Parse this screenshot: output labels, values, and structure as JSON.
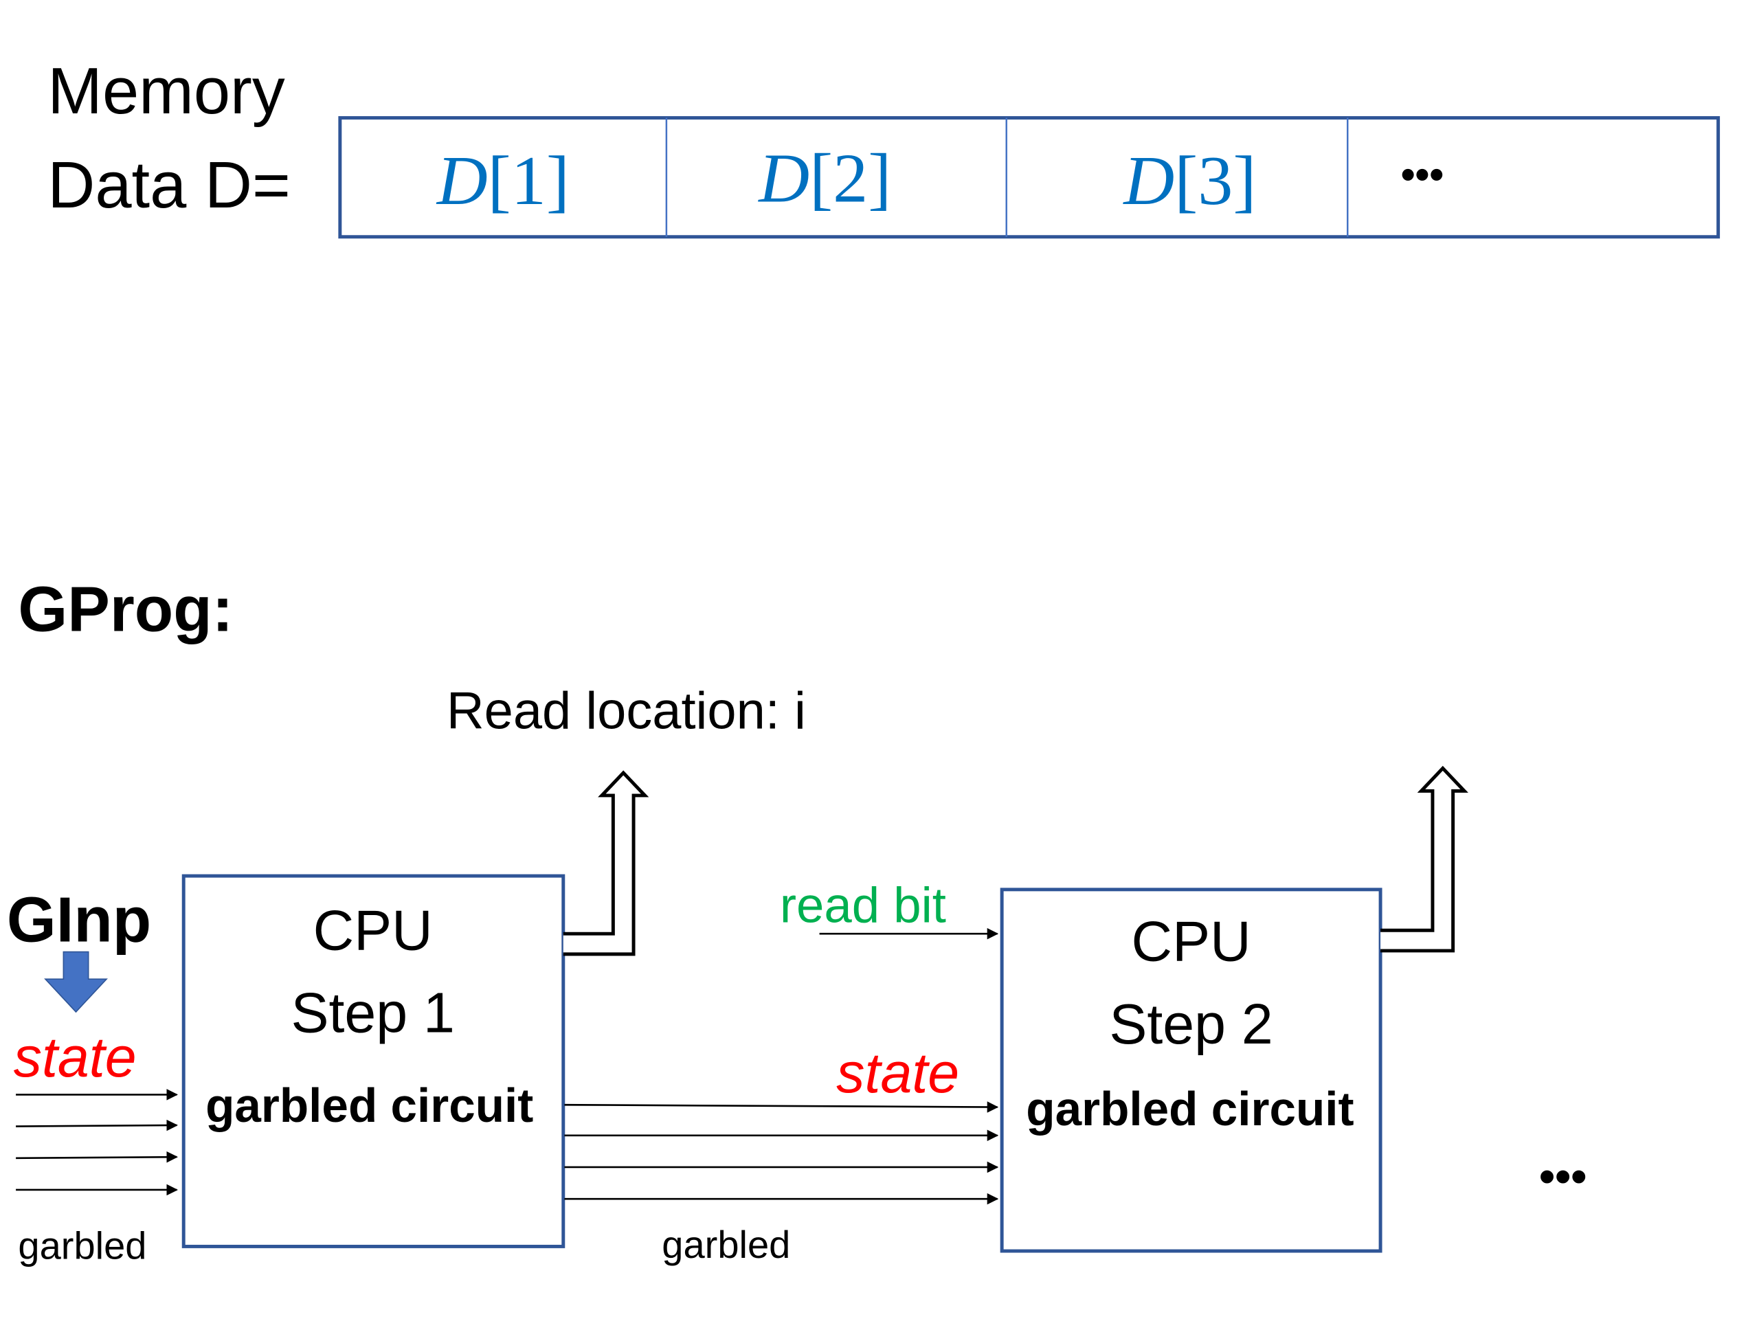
{
  "memory": {
    "label_line1": "Memory",
    "label_line2": "Data  D=",
    "cells": [
      {
        "name": "D",
        "index": "[1]"
      },
      {
        "name": "D",
        "index": "[2]"
      },
      {
        "name": "D",
        "index": "[3]"
      }
    ],
    "ellipsis": "•••"
  },
  "gprog": {
    "title": "GProg:",
    "read_location": "Read location: i",
    "ginp": "GInp",
    "step1": {
      "line1": "CPU",
      "line2": "Step 1",
      "line3": "garbled circuit"
    },
    "step2": {
      "line1": "CPU",
      "line2": "Step 2",
      "line3": "garbled circuit"
    },
    "state_label_1": "state",
    "state_label_2": "state",
    "read_bit": "read  bit",
    "garbled_label_1": "garbled",
    "garbled_label_2": "garbled",
    "trailing_ellipsis": "•••"
  },
  "colors": {
    "box_border": "#2f5597",
    "memory_text": "#0070c0",
    "state": "#ff0000",
    "read_bit": "#00b050",
    "ginp_arrow": "#4472c4"
  }
}
